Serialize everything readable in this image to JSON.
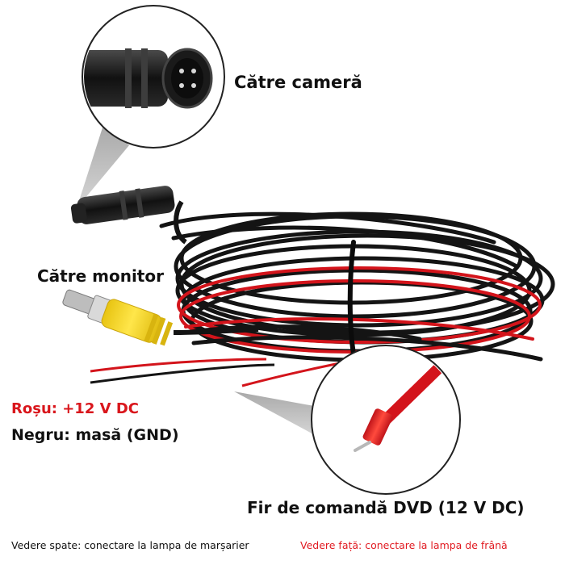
{
  "labels": {
    "camera": "Către cameră",
    "monitor": "Către monitor",
    "red_wire": "Roșu: +12 V DC",
    "black_wire": "Negru: masă (GND)",
    "dvd_wire": "Fir de comandă DVD (12 V DC)",
    "rear_view": "Vedere spate: conectare la lampa de marșarier",
    "front_view": "Vedere față: conectare la lampa de frână"
  },
  "colors": {
    "red_text": "#d9161c",
    "cable_black": "#141414",
    "cable_red": "#d3141b",
    "rca_yellow": "#f2d21a"
  }
}
